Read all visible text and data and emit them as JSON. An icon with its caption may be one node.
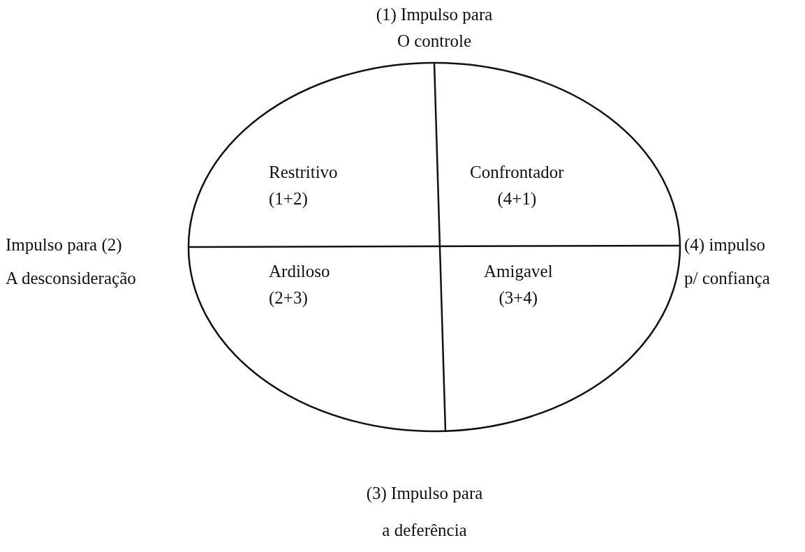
{
  "diagram": {
    "nodes": [
      {
        "text": [],
        "shape": "circle"
      },
      {
        "text": [
          "Restritivo (1+2)"
        ],
        "in": 0
      },
      {
        "text": [
          "Confrontador (4+1)"
        ],
        "in": 0
      },
      {
        "text": [
          "Ardiloso (2+3)"
        ],
        "in": 0
      },
      {
        "text": [
          "Amigavel (3+4)"
        ],
        "in": 0
      }
    ],
    "edges": [],
    "labels": [
      "(1) Impulso para O controle",
      "Impulso para (2) A desconsideração",
      "(4) impulso p/ confiança",
      "(3) Impulso para a deferência"
    ]
  }
}
